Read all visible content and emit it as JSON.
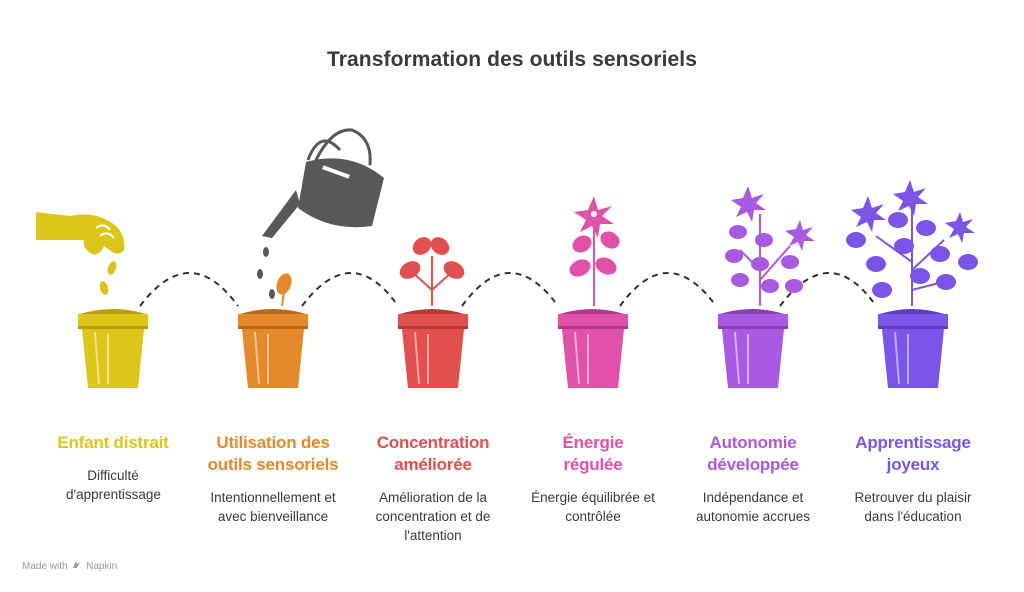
{
  "title": "Transformation des outils sensoriels",
  "colors": {
    "yellow": "#DCC61A",
    "orange": "#E48A2A",
    "red": "#E14F4F",
    "pink": "#E052A9",
    "purple": "#A85AE0",
    "violet": "#7B55E8",
    "watering_can": "#585858"
  },
  "steps": [
    {
      "heading": "Enfant distrait",
      "desc": "Difficulté d'apprentissage",
      "color": "#DCC61A"
    },
    {
      "heading": "Utilisation des outils sensoriels",
      "desc": "Intentionnellement et avec bienveillance",
      "color": "#E48A2A"
    },
    {
      "heading": "Concentration améliorée",
      "desc": "Amélioration de la concentration et de l'attention",
      "color": "#E14F4F"
    },
    {
      "heading": "Énergie régulée",
      "desc": "Énergie équilibrée et contrôlée",
      "color": "#E052A9"
    },
    {
      "heading": "Autonomie développée",
      "desc": "Indépendance et autonomie accrues",
      "color": "#A85AE0"
    },
    {
      "heading": "Apprentissage joyeux",
      "desc": "Retrouver du plaisir dans l'éducation",
      "color": "#7B55E8"
    }
  ],
  "footer": {
    "made_with": "Made with",
    "brand": "Napkin"
  }
}
